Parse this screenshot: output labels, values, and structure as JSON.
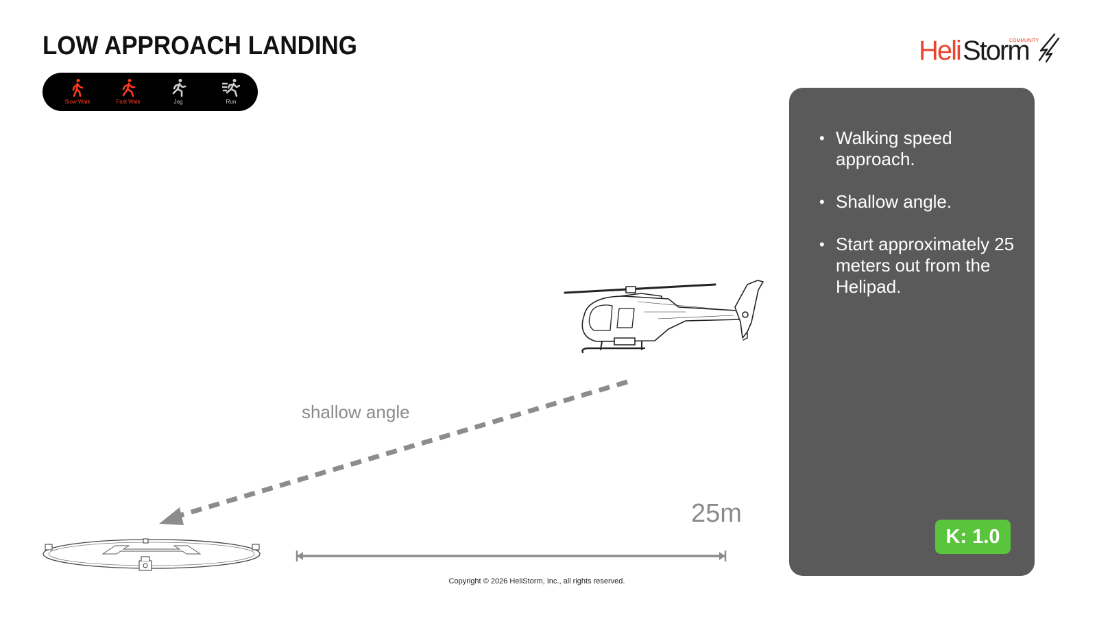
{
  "title": "LOW APPROACH LANDING",
  "speed_scale": [
    {
      "label": "Slow Walk",
      "icon": "walk-icon",
      "active": true
    },
    {
      "label": "Fast Walk",
      "icon": "fast-walk-icon",
      "active": true
    },
    {
      "label": "Jog",
      "icon": "jog-icon",
      "active": false
    },
    {
      "label": "Run",
      "icon": "run-icon",
      "active": false
    }
  ],
  "logo": {
    "heli": "Heli",
    "storm": "Storm",
    "community": "COMMUNITY"
  },
  "diagram": {
    "angle_label": "shallow angle",
    "distance_label": "25m"
  },
  "info": {
    "bullets": [
      "Walking speed approach.",
      "Shallow angle.",
      "Start approximately 25 meters out from the Helipad."
    ],
    "k_factor": "K: 1.0"
  },
  "colors": {
    "active": "#ff3b1f",
    "inactive": "#cfcfcf",
    "panel": "#5a5a5a",
    "badge": "#5ac43c",
    "logo_red": "#e8452f"
  },
  "copyright": "Copyright © 2026 HeliStorm, Inc., all rights reserved."
}
